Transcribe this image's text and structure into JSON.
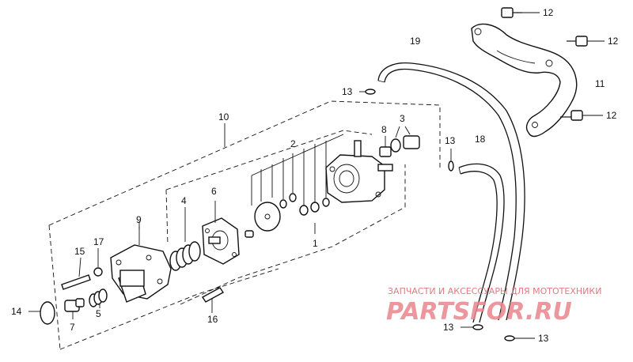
{
  "callouts": {
    "c1": "1",
    "c2": "2",
    "c3": "3",
    "c4": "4",
    "c5": "5",
    "c6": "6",
    "c7": "7",
    "c8": "8",
    "c9": "9",
    "c10": "10",
    "c11": "11",
    "c12a": "12",
    "c12b": "12",
    "c12c": "12",
    "c13a": "13",
    "c13b": "13",
    "c13c": "13",
    "c13d": "13",
    "c14": "14",
    "c15": "15",
    "c16": "16",
    "c17": "17",
    "c18": "18",
    "c19": "19"
  },
  "watermark": {
    "caption": "ЗАПЧАСТИ И АКСЕССУАРЫ ДЛЯ МОТОТЕХНИКИ",
    "brand": "PARTSFOR.RU"
  },
  "colors": {
    "line": "#111111",
    "watermark": "#e8868c",
    "background": "#ffffff"
  }
}
